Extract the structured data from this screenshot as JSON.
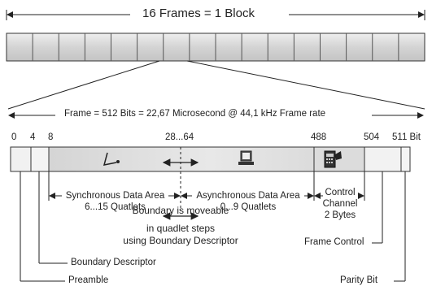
{
  "header": {
    "block_title": "16 Frames = 1 Block",
    "frame_title": "Frame = 512 Bits = 22,67 Microsecond @  44,1 kHz Frame rate"
  },
  "block": {
    "frame_count": 16
  },
  "bit_labels": [
    {
      "text": "0"
    },
    {
      "text": "4"
    },
    {
      "text": "8"
    },
    {
      "text": "28...64"
    },
    {
      "text": "488"
    },
    {
      "text": "504"
    },
    {
      "text": "511 Bit"
    }
  ],
  "areas": {
    "sync_title": "Synchronous Data Area",
    "sync_range": "6...15 Quatlets",
    "async_title": "Asynchronous Data Area",
    "async_range": "0...9 Quatlets",
    "control_line1": "Control",
    "control_line2": "Channel",
    "control_line3": "2 Bytes"
  },
  "boundary_note": {
    "line1": "Boundary is moveable",
    "line2": "in quadlet steps",
    "line3": "using Boundary Descriptor"
  },
  "callouts": {
    "frame_control": "Frame Control",
    "boundary_descriptor": "Boundary Descriptor",
    "preamble": "Preamble",
    "parity_bit": "Parity Bit"
  },
  "icons": {
    "sync": "microphone-icon",
    "async": "computer-icon",
    "control": "remote-control-icon"
  }
}
